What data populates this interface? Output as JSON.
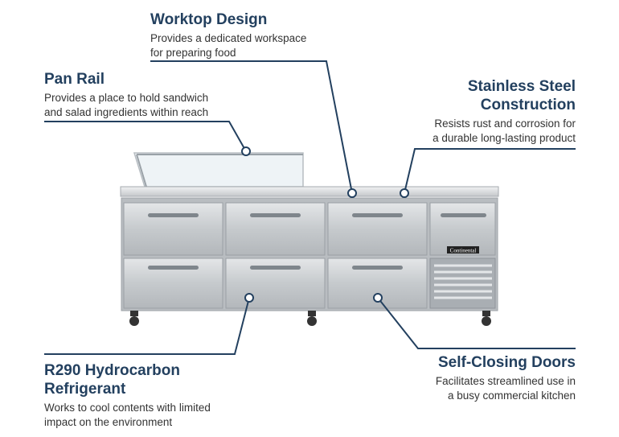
{
  "callouts": {
    "worktop": {
      "title": "Worktop Design",
      "desc1": "Provides a dedicated workspace",
      "desc2": "for preparing food"
    },
    "panrail": {
      "title": "Pan Rail",
      "desc1": "Provides a place to hold sandwich",
      "desc2": "and salad ingredients within reach"
    },
    "stainless": {
      "title1": "Stainless Steel",
      "title2": "Construction",
      "desc1": "Resists rust and corrosion for",
      "desc2": "a durable long-lasting product"
    },
    "refrigerant": {
      "title1": "R290 Hydrocarbon",
      "title2": "Refrigerant",
      "desc1": "Works to cool contents with limited",
      "desc2": "impact on the environment"
    },
    "doors": {
      "title": "Self-Closing Doors",
      "desc1": "Facilitates streamlined use in",
      "desc2": "a busy commercial kitchen"
    }
  },
  "product": {
    "brand": "Continental"
  },
  "colors": {
    "accent": "#23405f",
    "steel": "#c9cdd1"
  }
}
